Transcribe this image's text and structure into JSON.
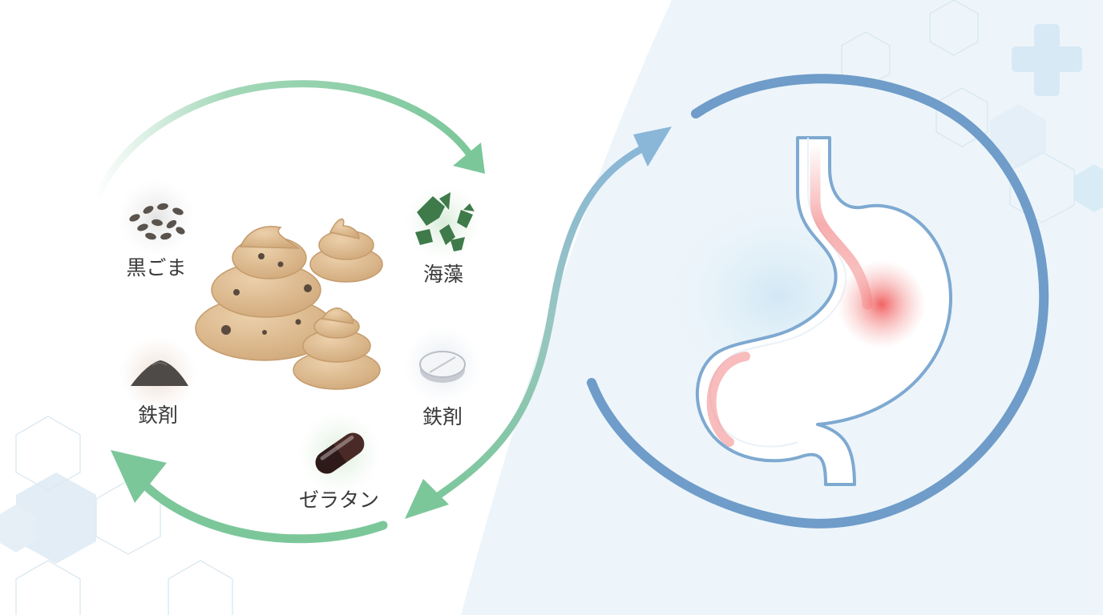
{
  "labels": {
    "black_sesame": "黒ごま",
    "seaweed": "海藻",
    "iron_powder": "鉄剤",
    "iron_tablet": "鉄剤",
    "gelatin": "ゼラタン"
  },
  "colors": {
    "cycle_green": "#7cc79a",
    "stomach_blue": "#6f9cc9",
    "stomach_outline": "#7ea9d1",
    "inflammation_red": "#f06a6a",
    "stool_tan": "#d9b489",
    "background_right": "#eaf4fa"
  }
}
